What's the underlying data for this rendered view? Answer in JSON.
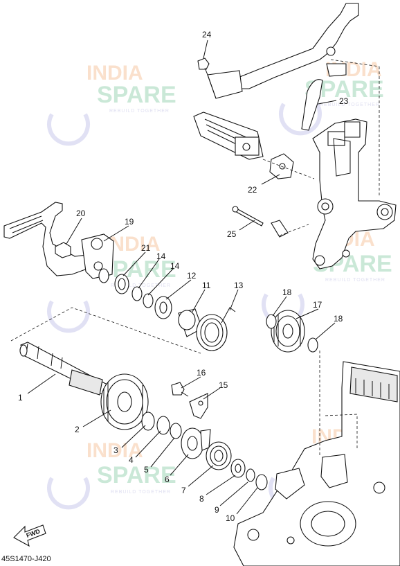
{
  "diagram": {
    "drawing_code": "45S1470-J420",
    "direction_label": "FWD",
    "callouts": [
      "1",
      "2",
      "3",
      "4",
      "5",
      "6",
      "7",
      "8",
      "9",
      "10",
      "11",
      "12",
      "13",
      "14",
      "14",
      "15",
      "16",
      "17",
      "18",
      "18",
      "19",
      "20",
      "21",
      "22",
      "23",
      "24",
      "25"
    ]
  },
  "watermark": {
    "line1": "INDIA",
    "line2": "SPARE",
    "tagline": "REBUILD TOGETHER"
  }
}
